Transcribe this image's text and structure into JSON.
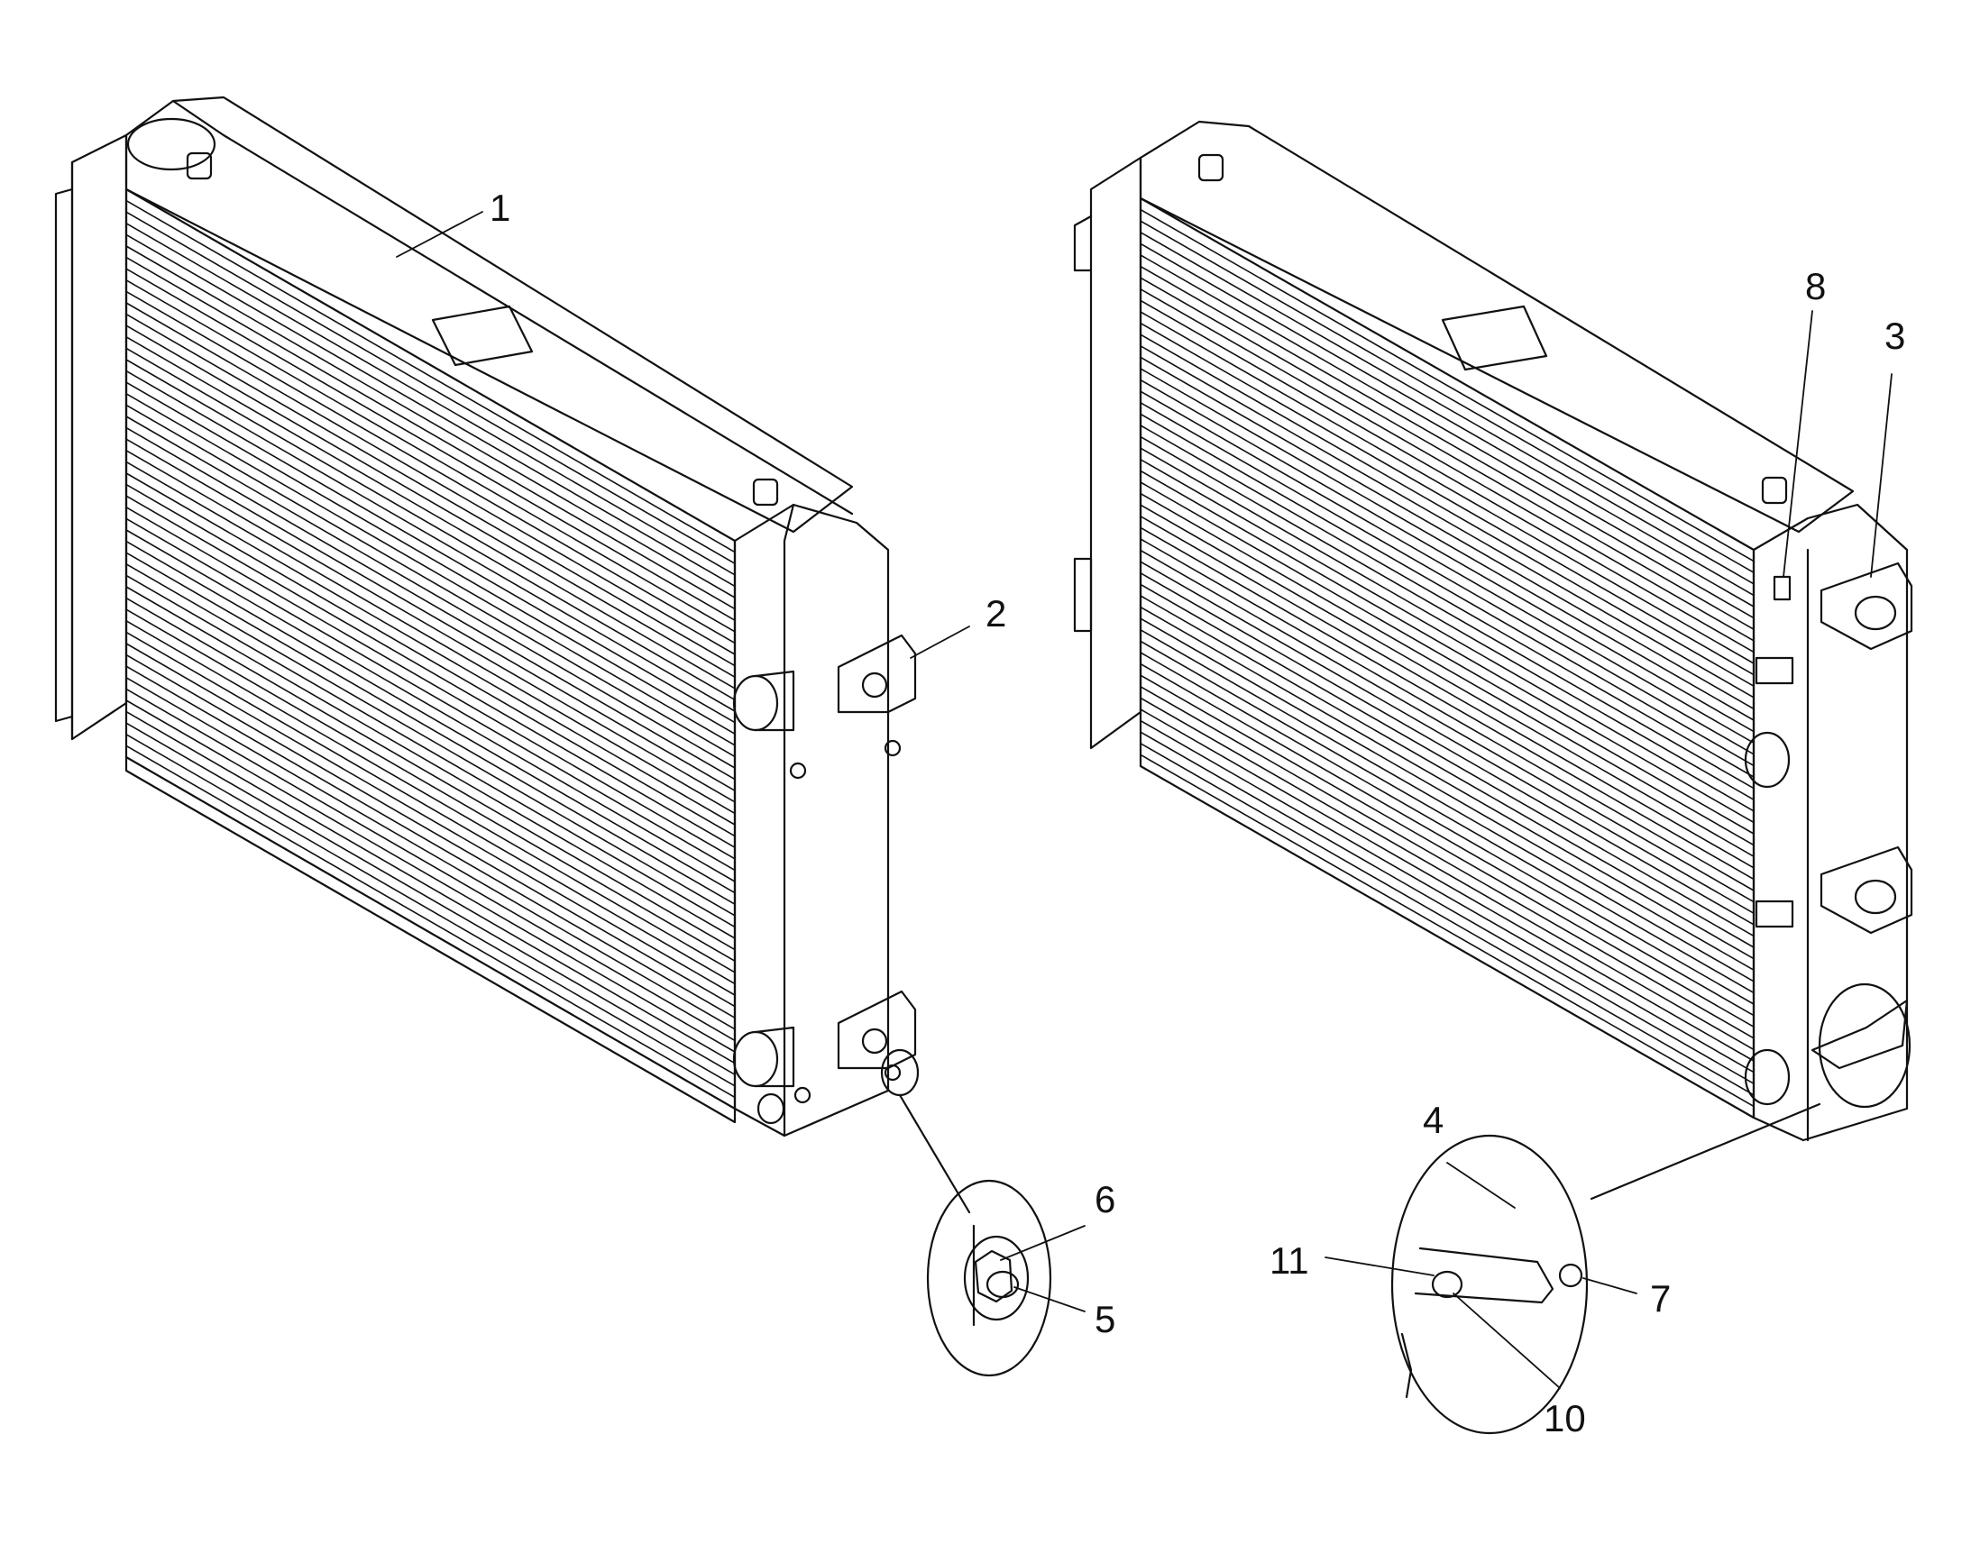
{
  "callouts": {
    "c1": "1",
    "c2": "2",
    "c3": "3",
    "c4": "4",
    "c5": "5",
    "c6": "6",
    "c7": "7",
    "c8": "8",
    "c10": "10",
    "c11": "11"
  },
  "colors": {
    "line": "#111111",
    "background": "#ffffff"
  }
}
